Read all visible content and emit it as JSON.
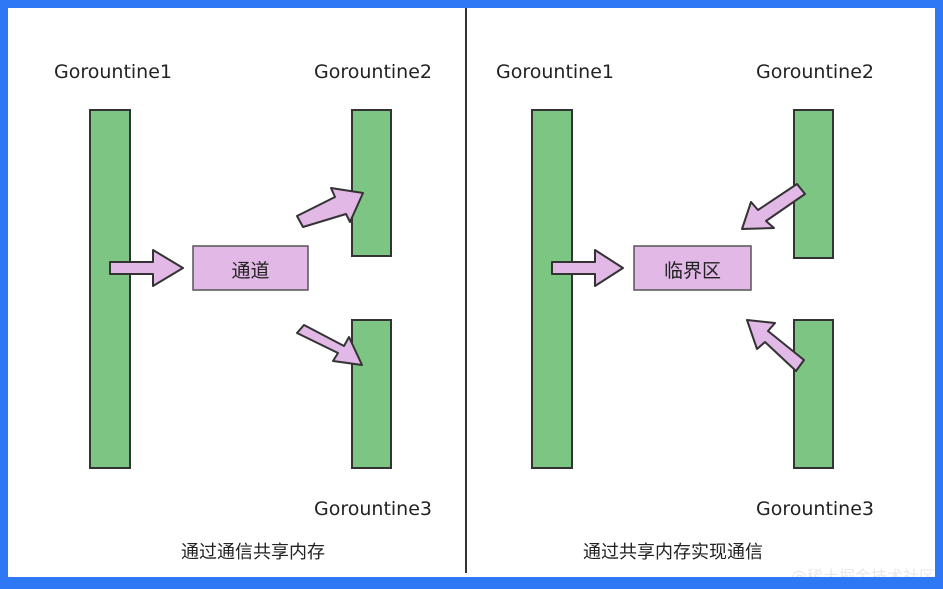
{
  "left_panel": {
    "goroutine1_label": "Gorountine1",
    "goroutine2_label": "Gorountine2",
    "goroutine3_label": "Gorountine3",
    "box_label": "通道",
    "caption": "通过通信共享内存"
  },
  "right_panel": {
    "goroutine1_label": "Gorountine1",
    "goroutine2_label": "Gorountine2",
    "goroutine3_label": "Gorountine3",
    "box_label": "临界区",
    "caption": "通过共享内存实现通信"
  },
  "watermark": "@稀土掘金技术社区",
  "colors": {
    "goroutine_fill": "#7dc582",
    "box_fill": "#e1b8e6",
    "arrow_fill": "#e1b8e6",
    "outline": "#333333",
    "frame": "#2f78f5"
  }
}
